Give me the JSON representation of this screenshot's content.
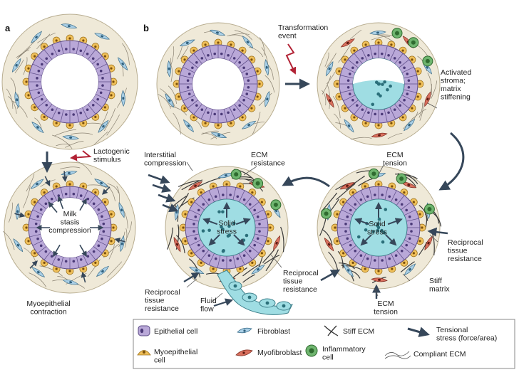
{
  "panels": {
    "a": "a",
    "b": "b"
  },
  "labels": {
    "lactogenic": [
      "Lactogenic",
      "stimulus"
    ],
    "milk": [
      "Milk",
      "stasis",
      "compression"
    ],
    "myoepithelial_contraction": [
      "Myoepithelial",
      "contraction"
    ],
    "transformation": [
      "Transformation",
      "event"
    ],
    "activated_stroma": [
      "Activated",
      "stroma;",
      "matrix",
      "stiffening"
    ],
    "interstitial": [
      "Interstitial",
      "compression"
    ],
    "ecm_resistance": [
      "ECM",
      "resistance"
    ],
    "solid_stress_left": [
      "Solid",
      "stress"
    ],
    "reciprocal_mid": [
      "Reciprocal",
      "tissue",
      "resistance"
    ],
    "reciprocal_bottom": [
      "Reciprocal",
      "tissue",
      "resistance"
    ],
    "fluid_flow": [
      "Fluid",
      "flow"
    ],
    "ecm_tension_top": [
      "ECM",
      "tension"
    ],
    "solid_stress_right": [
      "Solid",
      "stress"
    ],
    "reciprocal_right": [
      "Reciprocal",
      "tissue",
      "resistance"
    ],
    "stiff_matrix": [
      "Stiff",
      "matrix"
    ],
    "ecm_tension_bottom": [
      "ECM",
      "tension"
    ]
  },
  "legend": {
    "epithelial": "Epithelial cell",
    "fibroblast": "Fibroblast",
    "stiff_ecm": "Stiff ECM",
    "tensional": [
      "Tensional",
      "stress (force/area)"
    ],
    "myoepithelial": [
      "Myoepithelial",
      "cell"
    ],
    "myofibroblast": "Myofibroblast",
    "inflammatory": [
      "Inflammatory",
      "cell"
    ],
    "compliant_ecm": "Compliant ECM"
  },
  "colors": {
    "stroma": "#efe9d8",
    "epithelial": "#b9a8d8",
    "myoepithelial": "#f0c05a",
    "fibroblast": "#a9cfe6",
    "myofibroblast": "#d9705e",
    "tumor": "#9fdde3",
    "inflammatory": "#6fb56f",
    "arrow": "#36475a",
    "trigger": "#b22234"
  }
}
